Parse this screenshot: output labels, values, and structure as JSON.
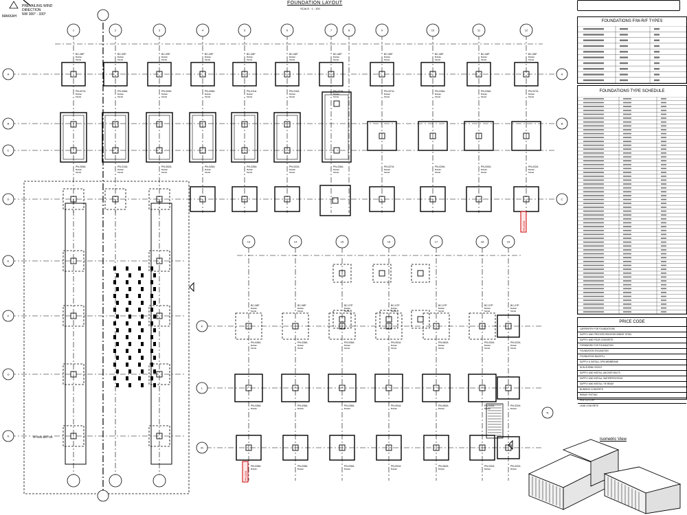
{
  "drawing": {
    "title": "FOUNDATION LAYOUT",
    "scale": "SCALE : 1 : 100",
    "wind_title": "PREVAILING WIND",
    "wind_line2": "DIRECTION",
    "wind_range": "NW 300° - 330°",
    "north_label": "MAKKAH",
    "marker_left": "N+260.587.00",
    "top_grid_labels": [
      "1",
      "2",
      "3",
      "4",
      "5",
      "6",
      "7",
      "8",
      "9",
      "10",
      "11",
      "12"
    ],
    "lower_grid_labels": [
      "13",
      "14",
      "15",
      "16",
      "17",
      "18",
      "19"
    ],
    "left_axis_labels": [
      "A",
      "B",
      "C",
      "D",
      "E",
      "F",
      "G",
      "H",
      "J"
    ],
    "lower_axis_labels": [
      "K",
      "L",
      "M",
      "N"
    ],
    "top_footing_tags": [
      "BC-08P",
      "BC-09P",
      "BC-09P",
      "BC-09P",
      "BC-06P",
      "BC-06P",
      "BC-06P",
      "BC-06P",
      "BC-06P",
      "BC-06P",
      "BC-06P"
    ],
    "pile_tags_row1": [
      "PN-007A",
      "PN-008A",
      "PN-009A",
      "PN-008A",
      "PN-011A",
      "PN-010A",
      "PN-022A",
      "PN-027A",
      "PN-026A",
      "PN-026A",
      "PN-027A"
    ],
    "pile_tags_row2": [
      "PN-005A",
      "PN-013A",
      "PN-052A",
      "PN-025A",
      "PN-025A",
      "PN-022A",
      "PN-026A",
      "PN-027A",
      "PN-029A",
      "PN-020A",
      "PN-022A"
    ],
    "lower_footing_tags": [
      "BC-08P",
      "BC-08P",
      "BC-07P",
      "BC-07P",
      "BC-07P",
      "BC-07P",
      "BC-07P"
    ],
    "lower_pile_tags": [
      "PN-028A",
      "PN-028A",
      "PN-028A",
      "PN-051A",
      "PN-062A",
      "PN-032A",
      "PN-022A"
    ],
    "red_tag": "PN-022A",
    "iso_title": "Isometric View"
  },
  "fw_table": {
    "title": "FOUNDATIONS F/W-R/F TYPES",
    "rows": 10
  },
  "type_schedule": {
    "title": "FOUNDATIONS TYPE SCHEDULE",
    "rows": 56
  },
  "price_code": {
    "title": "PRICE CODE",
    "items": [
      "CARPENTRY FOR FOUNDATIONS",
      "SUPPLY AND PROCESS REINFORCEMENT STEEL",
      "SUPPLY AND POUR CONCRETE",
      "FORMWORK FOR FOUNDATION",
      "FOUNDATION EXCAVATION",
      "FOUNDATION BACKFILL",
      "SUPPLY & INSTALL DPM MEMBRANE",
      "NON-SHRINK GROUT",
      "SUPPLY AND INSTALL ANCHOR BOLTS",
      "SUPPLY AND INSTALL WATERPROOFING",
      "SUPPLY AND INSTALL TIE BEAM",
      "BLINDING CONCRETE",
      "REBAR TESTING",
      "PILE CUT-OFF",
      "LEAN CONCRETE"
    ]
  }
}
